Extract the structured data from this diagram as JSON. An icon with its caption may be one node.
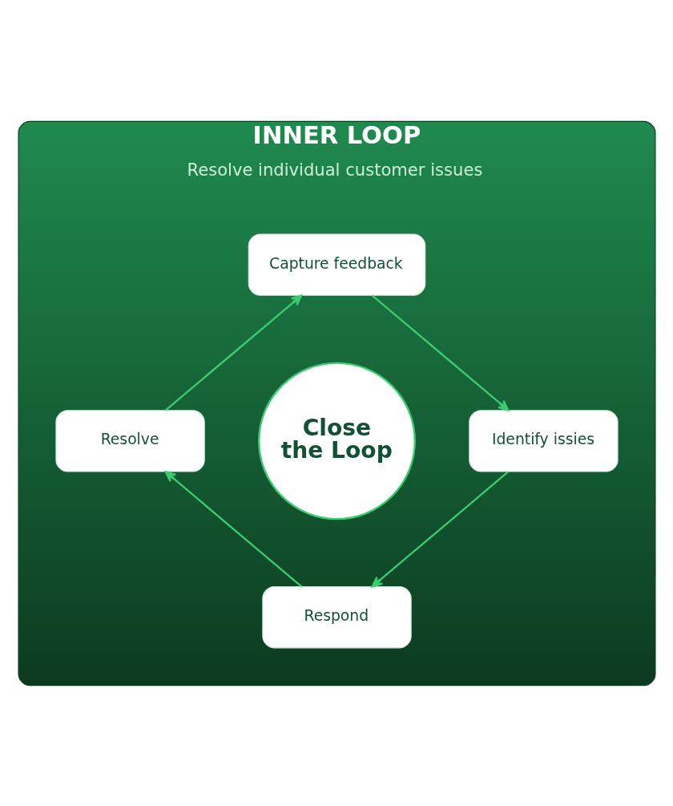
{
  "diagram": {
    "nodes": [
      {
        "text": [
          "INNER LOOP",
          "Resolve individual customer issues"
        ]
      },
      {
        "text": [
          "Capture feedback"
        ],
        "in": 0
      },
      {
        "text": [
          "Resolve"
        ],
        "in": 0
      },
      {
        "text": [
          "Close the Loop"
        ],
        "in": 0
      },
      {
        "text": [
          "Identify issies"
        ],
        "in": 0
      },
      {
        "text": [
          "Respond"
        ],
        "in": 0
      }
    ],
    "edges": [
      {
        "from": 1,
        "to": 4,
        "arrow": "to"
      },
      {
        "from": 4,
        "to": 5,
        "arrow": "to"
      },
      {
        "from": 5,
        "to": 2,
        "arrow": "to"
      },
      {
        "from": 2,
        "to": 1,
        "arrow": "to"
      }
    ]
  }
}
